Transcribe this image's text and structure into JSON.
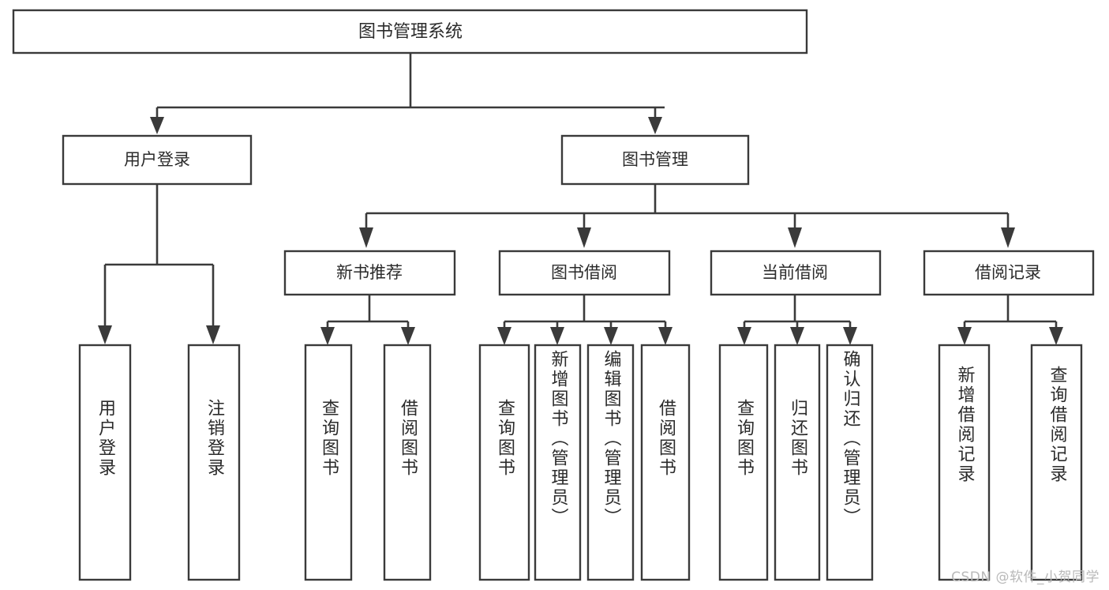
{
  "diagram": {
    "title": "图书管理系统",
    "type": "tree-hierarchy",
    "watermark": "CSDN @软件_小贺同学",
    "root": {
      "label": "图书管理系统",
      "orientation": "horizontal"
    },
    "level2": [
      {
        "label": "用户登录",
        "orientation": "horizontal"
      },
      {
        "label": "图书管理",
        "orientation": "horizontal"
      }
    ],
    "level3": [
      {
        "label": "新书推荐",
        "orientation": "horizontal"
      },
      {
        "label": "图书借阅",
        "orientation": "horizontal"
      },
      {
        "label": "当前借阅",
        "orientation": "horizontal"
      },
      {
        "label": "借阅记录",
        "orientation": "horizontal"
      }
    ],
    "leaves": {
      "user_login": [
        {
          "label": "用户登录",
          "orientation": "vertical"
        },
        {
          "label": "注销登录",
          "orientation": "vertical"
        }
      ],
      "new_book_recommend": [
        {
          "label": "查询图书",
          "orientation": "vertical"
        },
        {
          "label": "借阅图书",
          "orientation": "vertical"
        }
      ],
      "book_borrow": [
        {
          "label": "查询图书",
          "orientation": "vertical"
        },
        {
          "label": "新增图书（管理员）",
          "orientation": "vertical"
        },
        {
          "label": "编辑图书（管理员）",
          "orientation": "vertical"
        },
        {
          "label": "借阅图书",
          "orientation": "vertical"
        }
      ],
      "current_borrow": [
        {
          "label": "查询图书",
          "orientation": "vertical"
        },
        {
          "label": "归还图书",
          "orientation": "vertical"
        },
        {
          "label": "确认归还（管理员）",
          "orientation": "vertical"
        }
      ],
      "borrow_record": [
        {
          "label": "新增借阅记录",
          "orientation": "vertical"
        },
        {
          "label": "查询借阅记录",
          "orientation": "vertical"
        }
      ]
    },
    "colors": {
      "background": "#ffffff",
      "box_fill": "#ffffff",
      "box_stroke": "#3a3a3a",
      "connector": "#3a3a3a",
      "text": "#2b2b2b",
      "watermark": "#b9b9b9"
    }
  }
}
